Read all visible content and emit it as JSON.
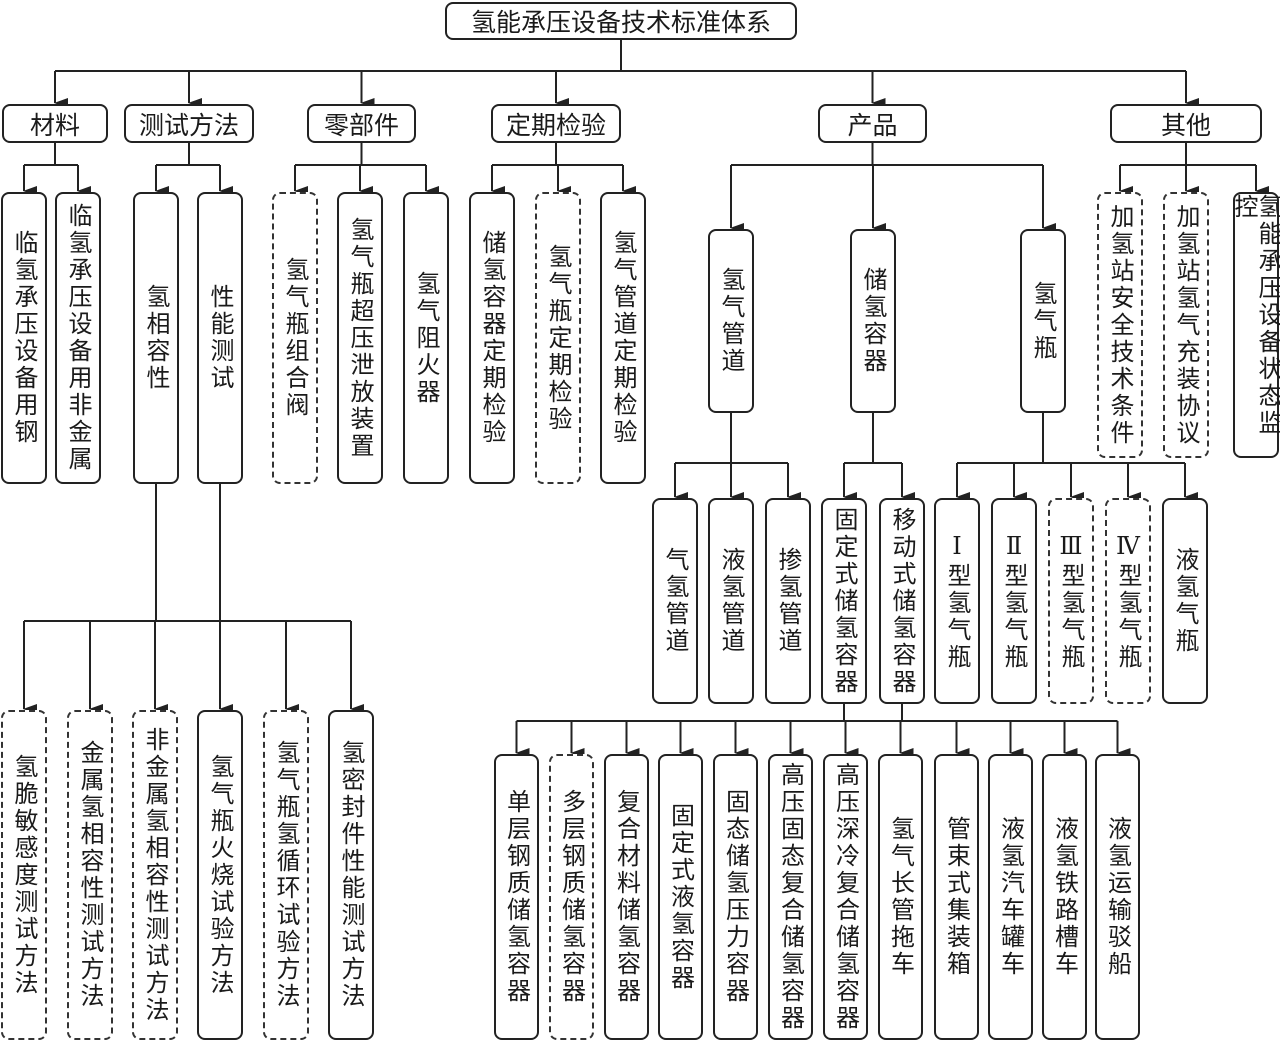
{
  "diagram": {
    "root": {
      "id": "root",
      "label": "氢能承压设备技术标准体系",
      "style": "solid"
    },
    "nodes": [
      {
        "id": "cat-material",
        "parent": "root",
        "label": "材料",
        "style": "solid"
      },
      {
        "id": "cat-test",
        "parent": "root",
        "label": "测试方法",
        "style": "solid"
      },
      {
        "id": "cat-parts",
        "parent": "root",
        "label": "零部件",
        "style": "solid"
      },
      {
        "id": "cat-inspect",
        "parent": "root",
        "label": "定期检验",
        "style": "solid"
      },
      {
        "id": "cat-product",
        "parent": "root",
        "label": "产品",
        "style": "solid"
      },
      {
        "id": "cat-other",
        "parent": "root",
        "label": "其他",
        "style": "solid"
      },
      {
        "id": "m1",
        "parent": "cat-material",
        "label": "临氢承压设备用钢",
        "style": "solid"
      },
      {
        "id": "m2",
        "parent": "cat-material",
        "label": "临氢承压设备用非金属",
        "style": "solid"
      },
      {
        "id": "t1",
        "parent": "cat-test",
        "label": "氢相容性",
        "style": "solid"
      },
      {
        "id": "t2",
        "parent": "cat-test",
        "label": "性能测试",
        "style": "solid"
      },
      {
        "id": "p1",
        "parent": "cat-parts",
        "label": "氢气瓶组合阀",
        "style": "dashed"
      },
      {
        "id": "p2",
        "parent": "cat-parts",
        "label": "氢气瓶超压泄放装置",
        "style": "solid"
      },
      {
        "id": "p3",
        "parent": "cat-parts",
        "label": "氢气阻火器",
        "style": "solid"
      },
      {
        "id": "i1",
        "parent": "cat-inspect",
        "label": "储氢容器定期检验",
        "style": "solid"
      },
      {
        "id": "i2",
        "parent": "cat-inspect",
        "label": "氢气瓶定期检验",
        "style": "dashed"
      },
      {
        "id": "i3",
        "parent": "cat-inspect",
        "label": "氢气管道定期检验",
        "style": "solid"
      },
      {
        "id": "pr1",
        "parent": "cat-product",
        "label": "氢气管道",
        "style": "solid"
      },
      {
        "id": "pr2",
        "parent": "cat-product",
        "label": "储氢容器",
        "style": "solid"
      },
      {
        "id": "pr3",
        "parent": "cat-product",
        "label": "氢气瓶",
        "style": "solid"
      },
      {
        "id": "o1",
        "parent": "cat-other",
        "label": "加氢站安全技术条件",
        "style": "dashed"
      },
      {
        "id": "o2",
        "parent": "cat-other",
        "label": "加氢站氢气充装协议",
        "style": "dashed"
      },
      {
        "id": "o3",
        "parent": "cat-other",
        "label": "氢能承压设备状态监控",
        "style": "solid"
      },
      {
        "id": "pl1",
        "parent": "pr1",
        "label": "气氢管道",
        "style": "solid"
      },
      {
        "id": "pl2",
        "parent": "pr1",
        "label": "液氢管道",
        "style": "solid"
      },
      {
        "id": "pl3",
        "parent": "pr1",
        "label": "掺氢管道",
        "style": "solid"
      },
      {
        "id": "sc1",
        "parent": "pr2",
        "label": "固定式储氢容器",
        "style": "solid"
      },
      {
        "id": "sc2",
        "parent": "pr2",
        "label": "移动式储氢容器",
        "style": "solid"
      },
      {
        "id": "cy1",
        "parent": "pr3",
        "label": "Ⅰ型氢气瓶",
        "style": "solid"
      },
      {
        "id": "cy2",
        "parent": "pr3",
        "label": "Ⅱ型氢气瓶",
        "style": "solid"
      },
      {
        "id": "cy3",
        "parent": "pr3",
        "label": "Ⅲ型氢气瓶",
        "style": "dashed"
      },
      {
        "id": "cy4",
        "parent": "pr3",
        "label": "Ⅳ型氢气瓶",
        "style": "dashed"
      },
      {
        "id": "cy5",
        "parent": "pr3",
        "label": "液氢气瓶",
        "style": "solid"
      },
      {
        "id": "tm1",
        "parent": "t1",
        "label": "氢脆敏感度测试方法",
        "style": "dashed"
      },
      {
        "id": "tm2",
        "parent": "t1",
        "label": "金属氢相容性测试方法",
        "style": "dashed"
      },
      {
        "id": "tm3",
        "parent": "t1",
        "label": "非金属氢相容性测试方法",
        "style": "dashed"
      },
      {
        "id": "tm4",
        "parent": "t2",
        "label": "氢气瓶火烧试验方法",
        "style": "solid"
      },
      {
        "id": "tm5",
        "parent": "t2",
        "label": "氢气瓶氢循环试验方法",
        "style": "dashed"
      },
      {
        "id": "tm6",
        "parent": "t2",
        "label": "氢密封件性能测试方法",
        "style": "solid"
      },
      {
        "id": "fx1",
        "parent": "sc1",
        "label": "单层钢质储氢容器",
        "style": "solid"
      },
      {
        "id": "fx2",
        "parent": "sc1",
        "label": "多层钢质储氢容器",
        "style": "dashed"
      },
      {
        "id": "fx3",
        "parent": "sc1",
        "label": "复合材料储氢容器",
        "style": "solid"
      },
      {
        "id": "fx4",
        "parent": "sc1",
        "label": "固定式液氢容器",
        "style": "solid"
      },
      {
        "id": "fx5",
        "parent": "sc1",
        "label": "固态储氢压力容器",
        "style": "solid"
      },
      {
        "id": "fx6",
        "parent": "sc1",
        "label": "高压固态复合储氢容器",
        "style": "solid"
      },
      {
        "id": "fx7",
        "parent": "sc1",
        "label": "高压深冷复合储氢容器",
        "style": "solid"
      },
      {
        "id": "mv1",
        "parent": "sc2",
        "label": "氢气长管拖车",
        "style": "solid"
      },
      {
        "id": "mv2",
        "parent": "sc2",
        "label": "管束式集装箱",
        "style": "solid"
      },
      {
        "id": "mv3",
        "parent": "sc2",
        "label": "液氢汽车罐车",
        "style": "solid"
      },
      {
        "id": "mv4",
        "parent": "sc2",
        "label": "液氢铁路槽车",
        "style": "solid"
      },
      {
        "id": "mv5",
        "parent": "sc2",
        "label": "液氢运输驳船",
        "style": "solid"
      }
    ]
  }
}
